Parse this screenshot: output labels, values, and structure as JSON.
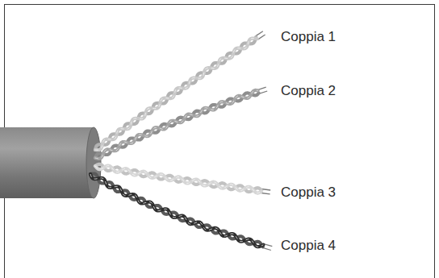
{
  "diagram": {
    "labels": [
      "Coppia 1",
      "Coppia 2",
      "Coppia 3",
      "Coppia 4"
    ]
  }
}
